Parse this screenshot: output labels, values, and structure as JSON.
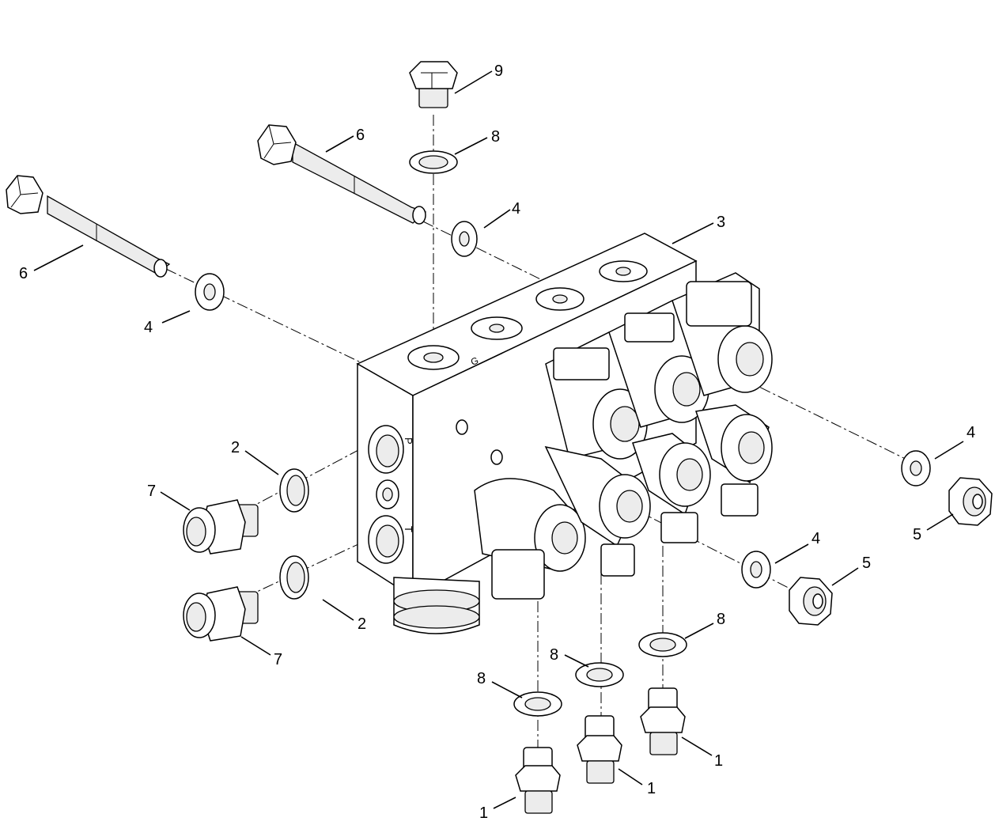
{
  "callouts": [
    {
      "id": "c9",
      "label": "9"
    },
    {
      "id": "c8a",
      "label": "8"
    },
    {
      "id": "c6a",
      "label": "6"
    },
    {
      "id": "c6b",
      "label": "6"
    },
    {
      "id": "c4a",
      "label": "4"
    },
    {
      "id": "c3",
      "label": "3"
    },
    {
      "id": "c4b",
      "label": "4"
    },
    {
      "id": "c2a",
      "label": "2"
    },
    {
      "id": "c7a",
      "label": "7"
    },
    {
      "id": "c2b",
      "label": "2"
    },
    {
      "id": "c7b",
      "label": "7"
    },
    {
      "id": "c4c",
      "label": "4"
    },
    {
      "id": "c5a",
      "label": "5"
    },
    {
      "id": "c4d",
      "label": "4"
    },
    {
      "id": "c5b",
      "label": "5"
    },
    {
      "id": "c8b",
      "label": "8"
    },
    {
      "id": "c8c",
      "label": "8"
    },
    {
      "id": "c8d",
      "label": "8"
    },
    {
      "id": "c1a",
      "label": "1"
    },
    {
      "id": "c1b",
      "label": "1"
    },
    {
      "id": "c1c",
      "label": "1"
    }
  ],
  "port_marks": {
    "p": "P",
    "t": "T",
    "g": "G"
  }
}
